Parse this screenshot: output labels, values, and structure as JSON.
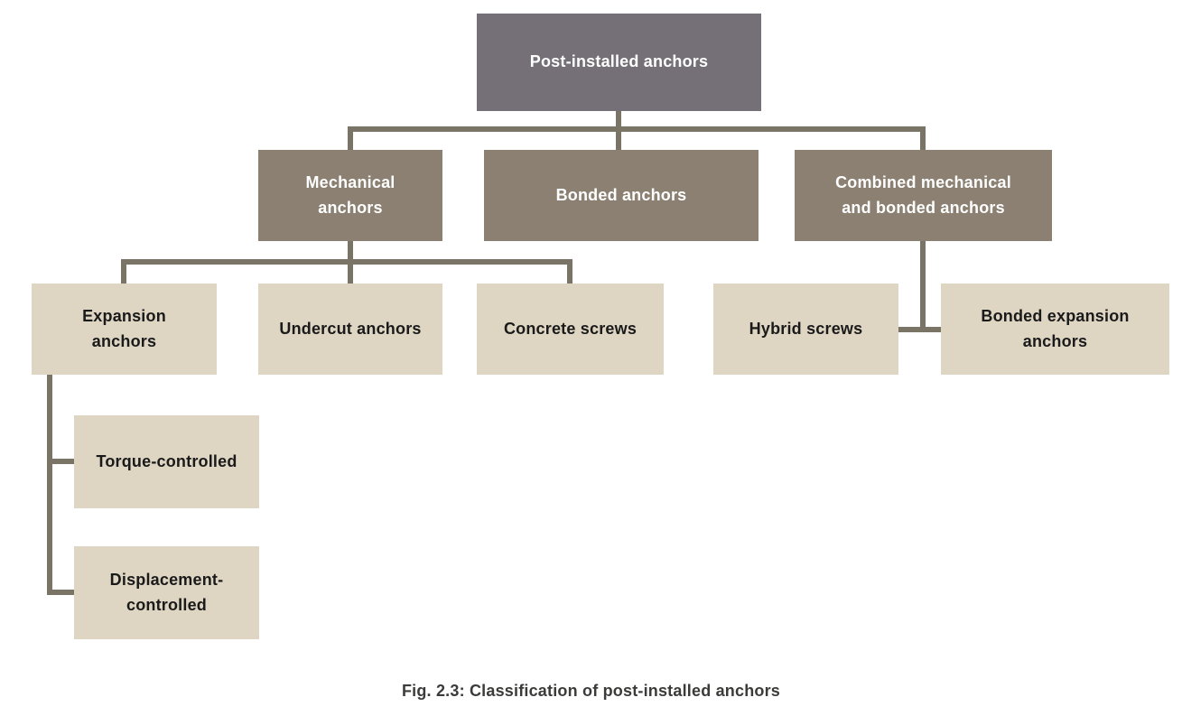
{
  "figure": {
    "caption": "Fig. 2.3: Classification of post-installed anchors"
  },
  "nodes": {
    "root": {
      "label": "Post-installed anchors"
    },
    "level2": [
      {
        "id": "mechanical-anchors",
        "label": "Mechanical anchors"
      },
      {
        "id": "bonded-anchors",
        "label": "Bonded anchors"
      },
      {
        "id": "combined-mechanical-and-bonded-anchors",
        "label": "Combined mechanical and bonded anchors"
      }
    ],
    "level3": [
      {
        "id": "expansion-anchors",
        "label": "Expansion anchors"
      },
      {
        "id": "undercut-anchors",
        "label": "Undercut anchors"
      },
      {
        "id": "concrete-screws",
        "label": "Concrete screws"
      },
      {
        "id": "hybrid-screws",
        "label": "Hybrid screws"
      },
      {
        "id": "bonded-expansion-anchors",
        "label": "Bonded expansion anchors"
      }
    ],
    "level4": [
      {
        "id": "torque-controlled",
        "label": "Torque-controlled"
      },
      {
        "id": "displacement-controlled",
        "label": "Displacement-controlled"
      }
    ]
  },
  "edges": [
    {
      "from": "Post-installed anchors",
      "to": "Mechanical anchors"
    },
    {
      "from": "Post-installed anchors",
      "to": "Bonded anchors"
    },
    {
      "from": "Post-installed anchors",
      "to": "Combined mechanical and bonded anchors"
    },
    {
      "from": "Mechanical anchors",
      "to": "Expansion anchors"
    },
    {
      "from": "Mechanical anchors",
      "to": "Undercut anchors"
    },
    {
      "from": "Mechanical anchors",
      "to": "Concrete screws"
    },
    {
      "from": "Combined mechanical and bonded anchors",
      "to": "Hybrid screws"
    },
    {
      "from": "Combined mechanical and bonded anchors",
      "to": "Bonded expansion anchors"
    },
    {
      "from": "Expansion anchors",
      "to": "Torque-controlled"
    },
    {
      "from": "Expansion anchors",
      "to": "Displacement-controlled"
    }
  ],
  "colors": {
    "root_box": "#757078",
    "branch_box": "#8b8071",
    "leaf_box": "#ded5c3",
    "connector": "#7a7466",
    "box_text_light": "#ffffff",
    "box_text_dark": "#1a1a1a",
    "caption_text": "#3b3b3a"
  }
}
